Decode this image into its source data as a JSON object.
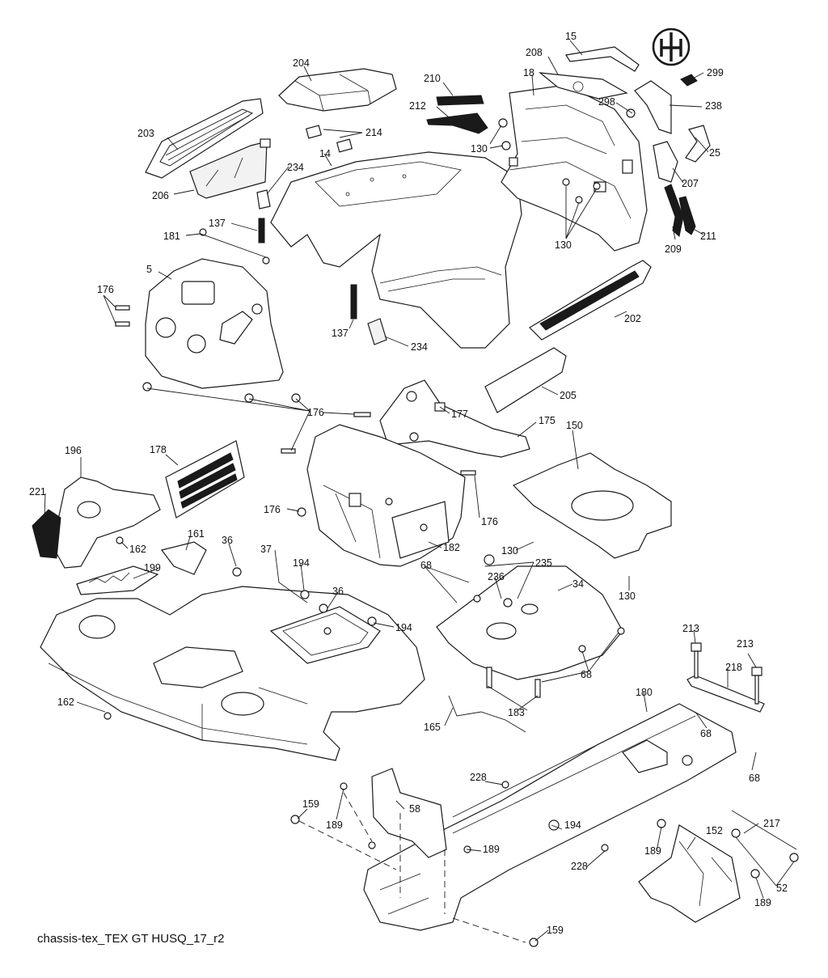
{
  "diagram": {
    "footer": "chassis-tex_TEX GT HUSQ_17_r2",
    "labels": {
      "l15": "15",
      "l208": "208",
      "l299": "299",
      "l204": "204",
      "l210": "210",
      "l18": "18",
      "l298": "298",
      "l238": "238",
      "l212": "212",
      "l203": "203",
      "l214": "214",
      "l130a": "130",
      "l14": "14",
      "l206": "206",
      "l234a": "234",
      "l25": "25",
      "l207": "207",
      "l137a": "137",
      "l181": "181",
      "l130b": "130",
      "l209": "209",
      "l211": "211",
      "l5": "5",
      "l176a": "176",
      "l202": "202",
      "l137b": "137",
      "l234b": "234",
      "l205": "205",
      "l176b": "176",
      "l177": "177",
      "l175": "175",
      "l150": "150",
      "l196": "196",
      "l178": "178",
      "l221": "221",
      "l176c": "176",
      "l176d": "176",
      "l162a": "162",
      "l161": "161",
      "l182": "182",
      "l130c": "130",
      "l36a": "36",
      "l37": "37",
      "l194a": "194",
      "l68a": "68",
      "l235": "235",
      "l34": "34",
      "l199": "199",
      "l236": "236",
      "l36b": "36",
      "l194b": "194",
      "l130d": "130",
      "l213a": "213",
      "l68b": "68",
      "l213b": "213",
      "l218": "218",
      "l162b": "162",
      "l183": "183",
      "l180": "180",
      "l165": "165",
      "l68c": "68",
      "l68d": "68",
      "l228a": "228",
      "l58": "58",
      "l194c": "194",
      "l159a": "159",
      "l189a": "189",
      "l217": "217",
      "l152": "152",
      "l189b": "189",
      "l189c": "189",
      "l228b": "228",
      "l52": "52",
      "l189d": "189",
      "l159b": "159"
    }
  }
}
